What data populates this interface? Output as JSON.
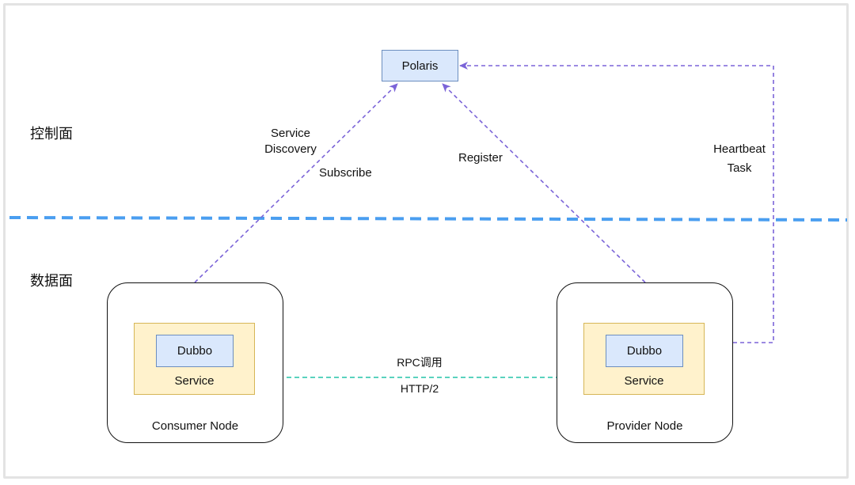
{
  "colors": {
    "plane_divider": "#4a9ef0",
    "control_arrows": "#7b64d8",
    "rpc_arrow": "#23c4a8",
    "box_blue_fill": "#dae8fc",
    "box_yellow_fill": "#fff2cc"
  },
  "planes": {
    "control": "控制面",
    "data": "数据面"
  },
  "nodes": {
    "polaris": "Polaris",
    "consumer": {
      "label": "Consumer Node",
      "dubbo": "Dubbo",
      "service": "Service"
    },
    "provider": {
      "label": "Provider Node",
      "dubbo": "Dubbo",
      "service": "Service"
    }
  },
  "edges": {
    "discovery": {
      "line1": "Service",
      "line2": "Discovery",
      "line3": "Subscribe"
    },
    "register": "Register",
    "heartbeat": {
      "line1": "Heartbeat",
      "line2": "Task"
    },
    "rpc": {
      "line1": "RPC调用",
      "line2": "HTTP/2"
    }
  }
}
